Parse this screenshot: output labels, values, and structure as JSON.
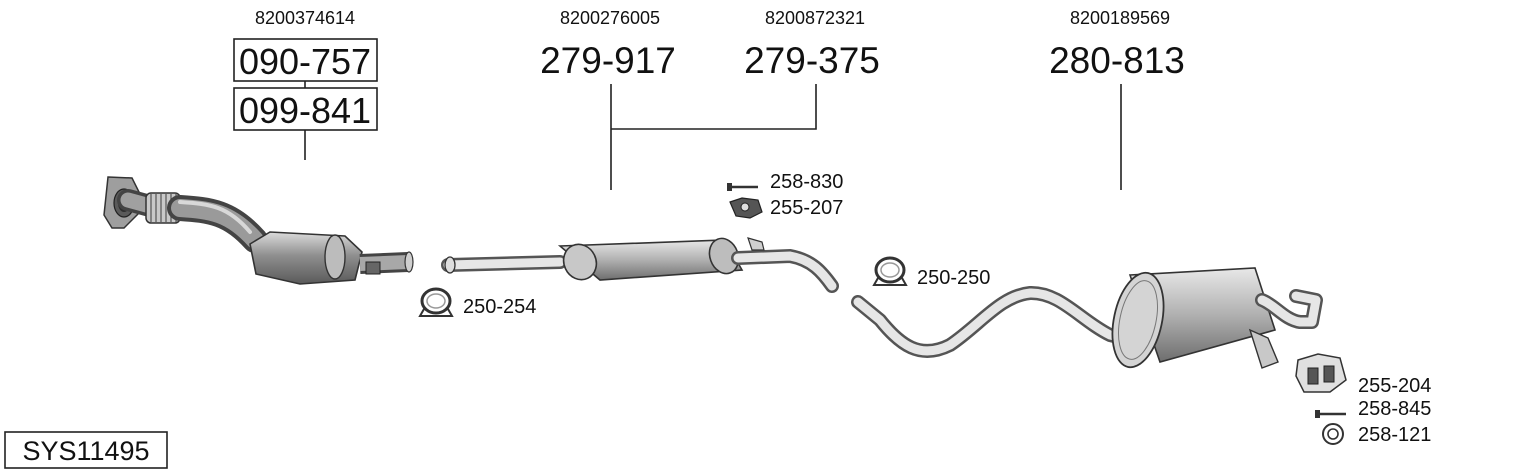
{
  "parts": {
    "catalyst": {
      "oe": "8200374614",
      "codes": [
        "090-757",
        "099-841"
      ]
    },
    "front_pipe": {
      "oe": "8200276005",
      "code": "279-917"
    },
    "center_pipe": {
      "oe": "8200872321",
      "code": "279-375"
    },
    "rear_silencer": {
      "oe": "8200189569",
      "code": "280-813"
    }
  },
  "fittings": {
    "clamp_front": "250-254",
    "clamp_mid": "250-250",
    "bolt_mid": "258-830",
    "mount_mid": "255-207",
    "mount_rear": "255-204",
    "bolt_rear": "258-845",
    "ring_rear": "258-121"
  },
  "system_id": "SYS11495"
}
